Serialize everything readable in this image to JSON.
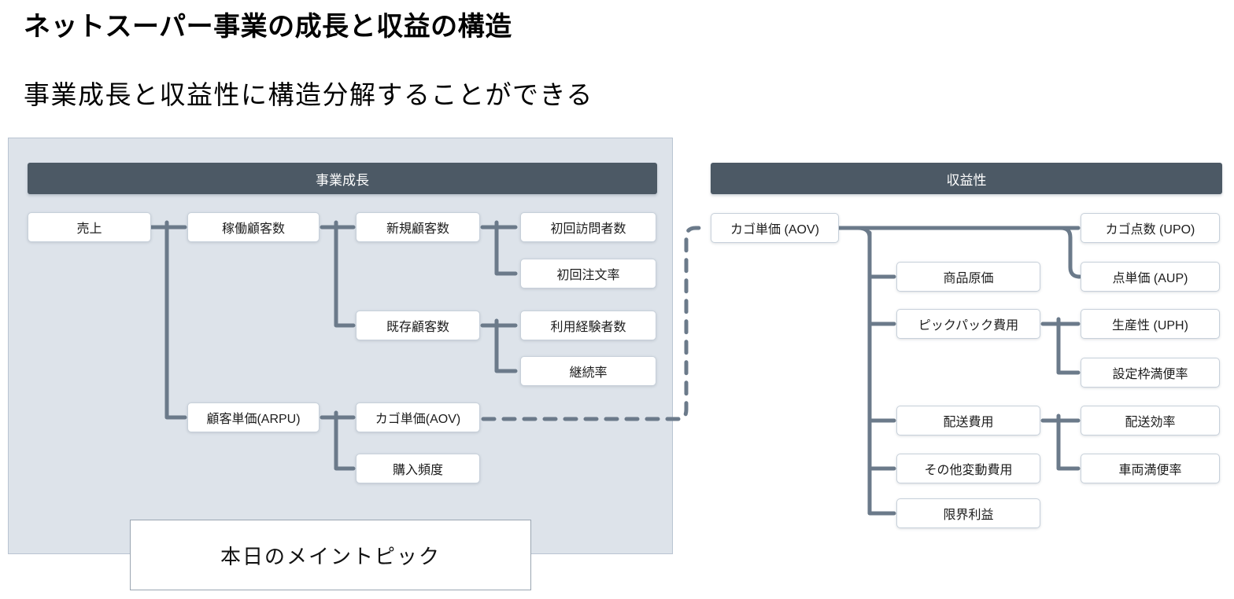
{
  "slide": {
    "title": "ネットスーパー事業の成長と収益の構造",
    "subtitle": "事業成長と収益性に構造分解することができる"
  },
  "colors": {
    "panel_background": "#dde3ea",
    "panel_border": "#b9c4d2",
    "section_header_background": "#4c5965",
    "section_header_text": "#ffffff",
    "node_background": "#ffffff",
    "node_border": "#c7d0da",
    "connector": "#6b7a8a",
    "callout_border": "#9aa5b1"
  },
  "growth_panel": {
    "header": "事業成長",
    "nodes": {
      "revenue": "売上",
      "active_customers": "稼働顧客数",
      "new_customers": "新規顧客数",
      "first_visitors": "初回訪問者数",
      "first_order_rate": "初回注文率",
      "existing_customers": "既存顧客数",
      "experienced_users": "利用経験者数",
      "retention_rate": "継続率",
      "arpu": "顧客単価(ARPU)",
      "aov": "カゴ単価(AOV)",
      "purchase_frequency": "購入頻度"
    }
  },
  "profit_panel": {
    "header": "収益性",
    "nodes": {
      "aov": "カゴ単価 (AOV)",
      "upo": "カゴ点数 (UPO)",
      "aup": "点単価 (AUP)",
      "product_cost": "商品原価",
      "pickpack_cost": "ピックパック費用",
      "uph": "生産性 (UPH)",
      "slot_fill_rate": "設定枠満便率",
      "delivery_cost": "配送費用",
      "delivery_efficiency": "配送効率",
      "vehicle_fill_rate": "車両満便率",
      "other_variable_cost": "その他変動費用",
      "marginal_profit": "限界利益"
    }
  },
  "callout": {
    "label": "本日のメイントピック"
  }
}
